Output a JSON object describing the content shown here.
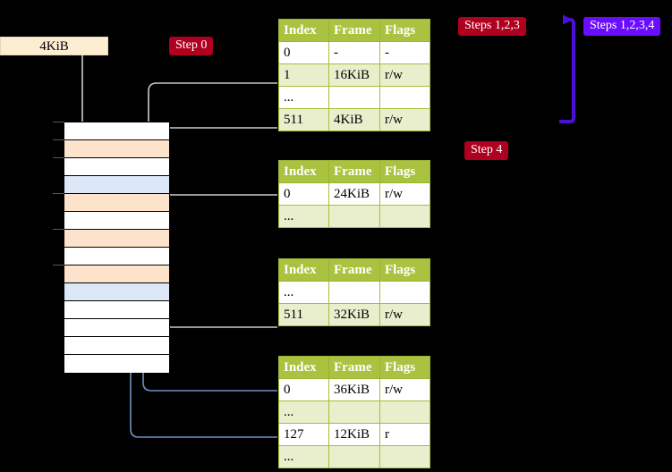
{
  "diagram": {
    "title_hidden": "",
    "size_label": {
      "text": "4KiB"
    },
    "badges": [
      {
        "name": "step-0",
        "text": "Step 0",
        "color": "#b00020"
      },
      {
        "name": "steps-123",
        "text": "Steps 1,2,3",
        "color": "#b00020"
      },
      {
        "name": "steps-1234",
        "text": "Steps 1,2,3,4",
        "color": "#6a0dff"
      },
      {
        "name": "step-4",
        "text": "Step 4",
        "color": "#b00020"
      }
    ],
    "columns": [
      "Index",
      "Frame",
      "Flags"
    ],
    "tables": [
      {
        "name": "pml4-table",
        "rows": [
          {
            "cells": [
              "0",
              "-",
              "-"
            ],
            "style": "plain",
            "highlight": false
          },
          {
            "cells": [
              "1",
              "16KiB",
              "r/w"
            ],
            "style": "alt",
            "highlight": false
          },
          {
            "cells": [
              "...",
              "",
              ""
            ],
            "style": "plain",
            "highlight": false
          },
          {
            "cells": [
              "511",
              "4KiB",
              "r/w"
            ],
            "style": "alt",
            "highlight": true
          }
        ]
      },
      {
        "name": "pdpt-table",
        "rows": [
          {
            "cells": [
              "0",
              "24KiB",
              "r/w"
            ],
            "style": "plain",
            "highlight": false
          },
          {
            "cells": [
              "...",
              "",
              ""
            ],
            "style": "alt",
            "highlight": false
          }
        ]
      },
      {
        "name": "pd-table",
        "rows": [
          {
            "cells": [
              "...",
              "",
              ""
            ],
            "style": "plain",
            "highlight": false
          },
          {
            "cells": [
              "511",
              "32KiB",
              "r/w"
            ],
            "style": "alt",
            "highlight": false
          }
        ]
      },
      {
        "name": "pt-table",
        "rows": [
          {
            "cells": [
              "0",
              "36KiB",
              "r/w"
            ],
            "style": "plain",
            "highlight": false
          },
          {
            "cells": [
              "...",
              "",
              ""
            ],
            "style": "alt",
            "highlight": false
          },
          {
            "cells": [
              "127",
              "12KiB",
              "r"
            ],
            "style": "plain",
            "highlight": false
          },
          {
            "cells": [
              "...",
              "",
              ""
            ],
            "style": "alt",
            "highlight": false
          }
        ]
      }
    ],
    "memory_column": {
      "name": "physical-memory-column",
      "frames": [
        {
          "fill": "white"
        },
        {
          "fill": "peach"
        },
        {
          "fill": "white"
        },
        {
          "fill": "blue"
        },
        {
          "fill": "peach"
        },
        {
          "fill": "white"
        },
        {
          "fill": "peach"
        },
        {
          "fill": "white"
        },
        {
          "fill": "peach"
        },
        {
          "fill": "blue"
        },
        {
          "fill": "white"
        },
        {
          "fill": "white"
        },
        {
          "fill": "white"
        },
        {
          "fill": "white"
        }
      ]
    },
    "colors": {
      "background": "#000000",
      "table_header": "#a9c23f",
      "table_alt_row": "#e9eecd",
      "highlight": "#ffffb0",
      "frame_peach": "#fde3cc",
      "frame_blue": "#dce8f7",
      "wire_gray": "#cccccc",
      "wire_blue": "#6f93c4",
      "arrow_violet": "#4b10d8",
      "size_box": "#fdeed3"
    }
  }
}
